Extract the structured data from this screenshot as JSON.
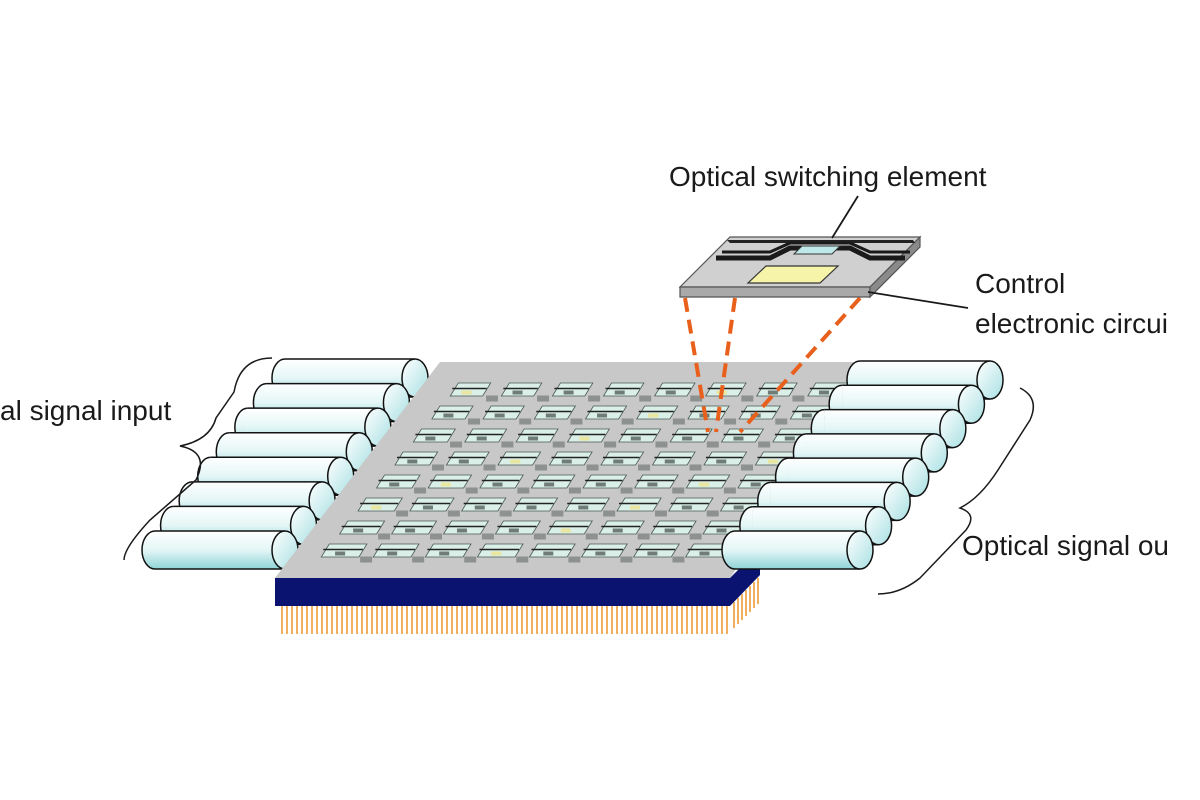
{
  "labels": {
    "switching_element": "Optical switching element",
    "control_line1": "Control",
    "control_line2": "electronic circui",
    "input": "al signal input",
    "output": "Optical signal ou"
  },
  "grid": {
    "rows": 8,
    "cols": 8
  },
  "input_fibers": 8,
  "output_fibers": 8,
  "colors": {
    "board_top": "#c8c8c8",
    "board_side": "#0a1470",
    "pins": "#f0b060",
    "fiber_light": "#ffffff",
    "fiber_dark": "#9fdde0",
    "element_fill": "#d9efe8",
    "leader": "#e8601c"
  }
}
